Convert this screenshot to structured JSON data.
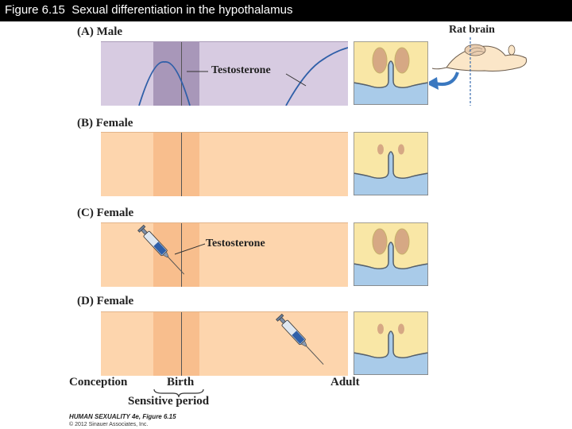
{
  "header": {
    "title": "Figure 6.15  Sexual differentiation in the hypothalamus"
  },
  "inset": {
    "label": "Rat brain"
  },
  "panels": [
    {
      "letter": "(A)",
      "sex": "Male",
      "callout": "Testosterone"
    },
    {
      "letter": "(B)",
      "sex": "Female"
    },
    {
      "letter": "(C)",
      "sex": "Female",
      "callout": "Testosterone"
    },
    {
      "letter": "(D)",
      "sex": "Female"
    }
  ],
  "axis": {
    "conception": "Conception",
    "birth": "Birth",
    "adult": "Adult",
    "period": "Sensitive period"
  },
  "credits": {
    "line1": "HUMAN SEXUALITY 4e, Figure 6.15",
    "line2": "© 2012 Sinauer Associates, Inc."
  },
  "colors": {
    "male_bg": "#d7cbe1",
    "female_bg": "#fdd5ad",
    "tissue": "#f9e7a6",
    "ventricle": "#a9cbe9",
    "nucleus": "#d6a884"
  }
}
